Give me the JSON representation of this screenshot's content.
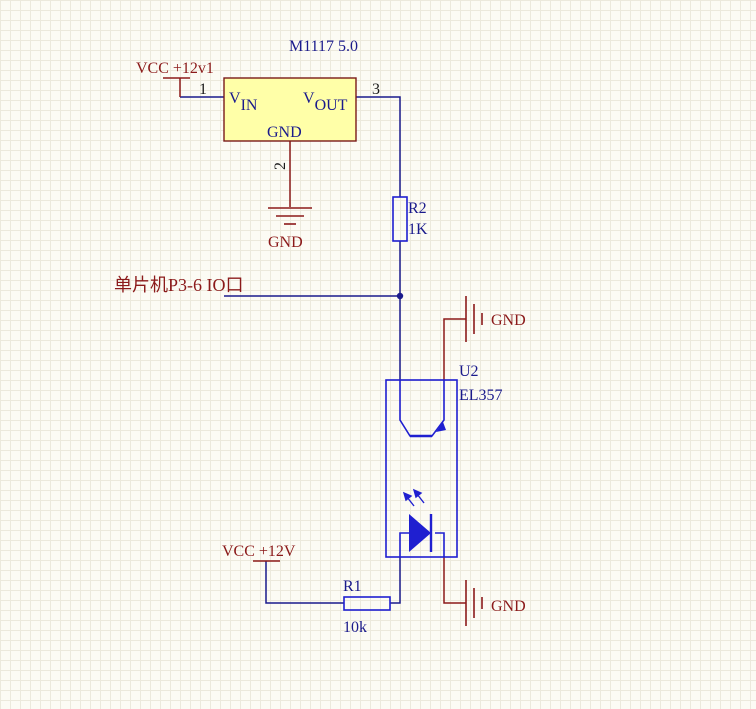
{
  "colors": {
    "background": "#fcfbf4",
    "wire": "#1a1a8c",
    "power": "#8b1a1a",
    "component_body": "#1f1fd0",
    "ic_fill": "#ffffa8",
    "ic_stroke": "#7a1a1a"
  },
  "regulator": {
    "part": "M1117 5.0",
    "vin_main": "V",
    "vin_sub": "IN",
    "vout_main": "V",
    "vout_sub": "OUT",
    "gnd_pin": "GND",
    "pin1": "1",
    "pin2": "2",
    "pin3": "3"
  },
  "power": {
    "vcc_top": "VCC +12v1",
    "vcc_bottom": "VCC +12V",
    "gnd_reg": "GND",
    "gnd_top": "GND",
    "gnd_bottom": "GND"
  },
  "resistors": {
    "r2_ref": "R2",
    "r2_value": "1K",
    "r1_ref": "R1",
    "r1_value": "10k"
  },
  "optocoupler": {
    "ref": "U2",
    "part": "EL357"
  },
  "net": {
    "mcu_io": "单片机P3-6 IO口"
  }
}
